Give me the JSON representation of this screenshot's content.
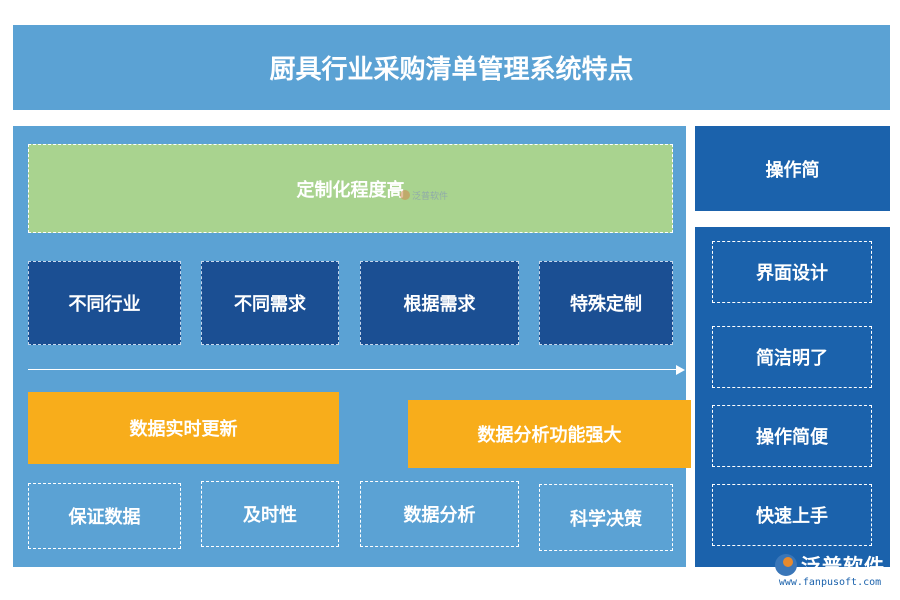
{
  "title": "厨具行业采购清单管理系统特点",
  "main": {
    "customization": "定制化程度高",
    "watermark_text": "泛普软件",
    "customization_items": [
      "不同行业",
      "不同需求",
      "根据需求",
      "特殊定制"
    ],
    "realtime": "数据实时更新",
    "analysis": "数据分析功能强大",
    "bottom_items": [
      "保证数据",
      "及时性",
      "数据分析",
      "科学决策"
    ]
  },
  "side": {
    "title": "操作简",
    "items": [
      "界面设计",
      "简洁明了",
      "操作简便",
      "快速上手"
    ]
  },
  "brand": {
    "name": "泛普软件",
    "url": "www.fanpusoft.com"
  },
  "colors": {
    "light_blue": "#5ba2d4",
    "dark_blue": "#1b4f93",
    "side_blue": "#1b62ac",
    "green": "#a9d38f",
    "orange": "#f8ad1b"
  }
}
